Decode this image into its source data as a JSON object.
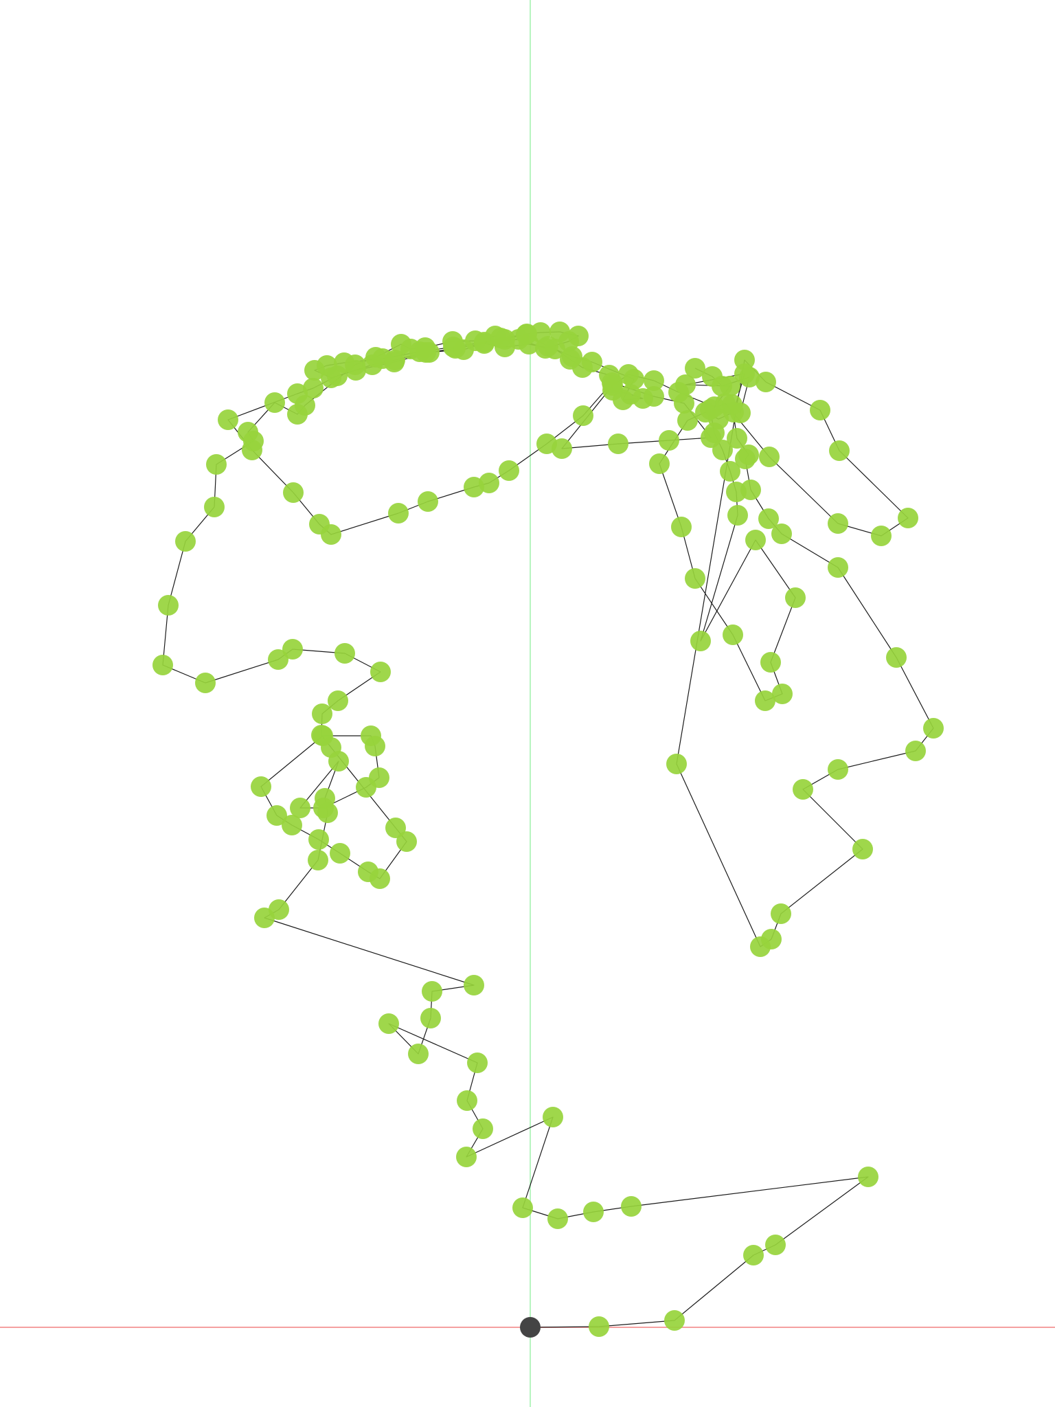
{
  "chart_data": {
    "type": "scatter",
    "connected": true,
    "point_color": "#97d43c",
    "line_color": "#1a1a1a",
    "origin_color": "#444444",
    "x_axis_color": "#f5a0a0",
    "y_axis_color": "#b7f5c0",
    "origin": [
      0,
      0
    ],
    "points": [
      [
        0,
        0
      ],
      [
        100,
        -1
      ],
      [
        210,
        -10
      ],
      [
        325,
        -105
      ],
      [
        357,
        -120
      ],
      [
        492,
        -219
      ],
      [
        147,
        -176
      ],
      [
        92,
        -168
      ],
      [
        40,
        -158
      ],
      [
        -11,
        -174
      ],
      [
        33,
        -306
      ],
      [
        -93,
        -248
      ],
      [
        -69,
        -289
      ],
      [
        -92,
        -330
      ],
      [
        -77,
        -385
      ],
      [
        -206,
        -442
      ],
      [
        -163,
        -398
      ],
      [
        -145,
        -450
      ],
      [
        -143,
        -489
      ],
      [
        -82,
        -498
      ],
      [
        -387,
        -596
      ],
      [
        -366,
        -608
      ],
      [
        -309,
        -680
      ],
      [
        -295,
        -749
      ],
      [
        -299,
        -770
      ],
      [
        -279,
        -824
      ],
      [
        -335,
        -756
      ],
      [
        -301,
        -756
      ],
      [
        -239,
        -786
      ],
      [
        -220,
        -800
      ],
      [
        -226,
        -846
      ],
      [
        -232,
        -861
      ],
      [
        -302,
        -861
      ],
      [
        -392,
        -787
      ],
      [
        -369,
        -745
      ],
      [
        -347,
        -731
      ],
      [
        -308,
        -710
      ],
      [
        -277,
        -690
      ],
      [
        -236,
        -663
      ],
      [
        -219,
        -653
      ],
      [
        -180,
        -707
      ],
      [
        -196,
        -727
      ],
      [
        -290,
        -844
      ],
      [
        -304,
        -862
      ],
      [
        -303,
        -893
      ],
      [
        -280,
        -912
      ],
      [
        -218,
        -954
      ],
      [
        -270,
        -981
      ],
      [
        -346,
        -987
      ],
      [
        -367,
        -972
      ],
      [
        -473,
        -938
      ],
      [
        -535,
        -964
      ],
      [
        -527,
        -1051
      ],
      [
        -502,
        -1144
      ],
      [
        -460,
        -1194
      ],
      [
        -457,
        -1256
      ],
      [
        -403,
        -1290
      ],
      [
        -411,
        -1303
      ],
      [
        -372,
        -1346
      ],
      [
        -339,
        -1329
      ],
      [
        -328,
        -1342
      ],
      [
        -255,
        -1401
      ],
      [
        -225,
        -1412
      ],
      [
        -188,
        -1431
      ],
      [
        -174,
        -1424
      ],
      [
        -153,
        -1426
      ],
      [
        -113,
        -1435
      ],
      [
        -80,
        -1436
      ],
      [
        -51,
        -1443
      ],
      [
        -37,
        -1438
      ],
      [
        -5,
        -1446
      ],
      [
        15,
        -1448
      ],
      [
        43,
        -1449
      ],
      [
        70,
        -1443
      ],
      [
        56,
        -1435
      ],
      [
        22,
        -1425
      ],
      [
        -17,
        -1438
      ],
      [
        -67,
        -1434
      ],
      [
        -112,
        -1427
      ],
      [
        -161,
        -1420
      ],
      [
        -215,
        -1410
      ],
      [
        -271,
        -1404
      ],
      [
        -296,
        -1400
      ],
      [
        -314,
        -1393
      ],
      [
        -290,
        -1382
      ],
      [
        -254,
        -1393
      ],
      [
        -198,
        -1405
      ],
      [
        -147,
        -1419
      ],
      [
        -109,
        -1425
      ],
      [
        -67,
        -1432
      ],
      [
        -37,
        -1427
      ],
      [
        -2,
        -1431
      ],
      [
        36,
        -1424
      ],
      [
        58,
        -1409
      ],
      [
        76,
        -1397
      ],
      [
        115,
        -1386
      ],
      [
        120,
        -1364
      ],
      [
        146,
        -1358
      ],
      [
        164,
        -1352
      ],
      [
        135,
        -1350
      ],
      [
        151,
        -1380
      ],
      [
        90,
        -1405
      ],
      [
        61,
        -1413
      ],
      [
        26,
        -1428
      ],
      [
        -6,
        -1445
      ],
      [
        -43,
        -1440
      ],
      [
        -97,
        -1423
      ],
      [
        -152,
        -1419
      ],
      [
        -197,
        -1408
      ],
      [
        -230,
        -1401
      ],
      [
        -281,
        -1385
      ],
      [
        -316,
        -1367
      ],
      [
        -339,
        -1359
      ],
      [
        -440,
        -1321
      ],
      [
        -405,
        -1277
      ],
      [
        -345,
        -1215
      ],
      [
        -307,
        -1169
      ],
      [
        -290,
        -1154
      ],
      [
        -192,
        -1185
      ],
      [
        -149,
        -1202
      ],
      [
        -82,
        -1223
      ],
      [
        -60,
        -1229
      ],
      [
        -31,
        -1247
      ],
      [
        24,
        -1286
      ],
      [
        77,
        -1327
      ],
      [
        119,
        -1375
      ],
      [
        180,
        -1355
      ],
      [
        224,
        -1345
      ],
      [
        263,
        -1295
      ],
      [
        202,
        -1291
      ],
      [
        128,
        -1286
      ],
      [
        46,
        -1279
      ],
      [
        120,
        -1371
      ],
      [
        143,
        -1387
      ],
      [
        180,
        -1378
      ],
      [
        216,
        -1361
      ],
      [
        268,
        -1340
      ],
      [
        291,
        -1370
      ],
      [
        226,
        -1372
      ],
      [
        312,
        -1388
      ],
      [
        296,
        -1332
      ],
      [
        274,
        -1322
      ],
      [
        255,
        -1332
      ],
      [
        229,
        -1320
      ],
      [
        188,
        -1257
      ],
      [
        220,
        -1165
      ],
      [
        240,
        -1090
      ],
      [
        295,
        -1008
      ],
      [
        342,
        -912
      ],
      [
        367,
        -922
      ],
      [
        350,
        -968
      ],
      [
        386,
        -1062
      ],
      [
        328,
        -1146
      ],
      [
        248,
        -999
      ],
      [
        302,
        -1182
      ],
      [
        300,
        -1216
      ],
      [
        291,
        -1246
      ],
      [
        280,
        -1277
      ],
      [
        268,
        -1302
      ],
      [
        262,
        -1336
      ],
      [
        284,
        -1345
      ],
      [
        348,
        -1267
      ],
      [
        448,
        -1170
      ],
      [
        511,
        -1152
      ],
      [
        550,
        -1178
      ],
      [
        450,
        -1276
      ],
      [
        422,
        -1335
      ],
      [
        343,
        -1376
      ],
      [
        312,
        -1408
      ],
      [
        213,
        -820
      ],
      [
        335,
        -554
      ],
      [
        351,
        -565
      ],
      [
        365,
        -602
      ],
      [
        484,
        -696
      ],
      [
        397,
        -783
      ],
      [
        448,
        -812
      ],
      [
        561,
        -839
      ],
      [
        587,
        -872
      ],
      [
        533,
        -975
      ],
      [
        448,
        -1106
      ],
      [
        366,
        -1155
      ],
      [
        347,
        -1177
      ],
      [
        321,
        -1219
      ],
      [
        313,
        -1264
      ],
      [
        318,
        -1270
      ],
      [
        301,
        -1294
      ],
      [
        294,
        -1343
      ],
      [
        306,
        -1331
      ],
      [
        319,
        -1383
      ],
      [
        279,
        -1370
      ],
      [
        265,
        -1384
      ],
      [
        240,
        -1396
      ]
    ]
  }
}
